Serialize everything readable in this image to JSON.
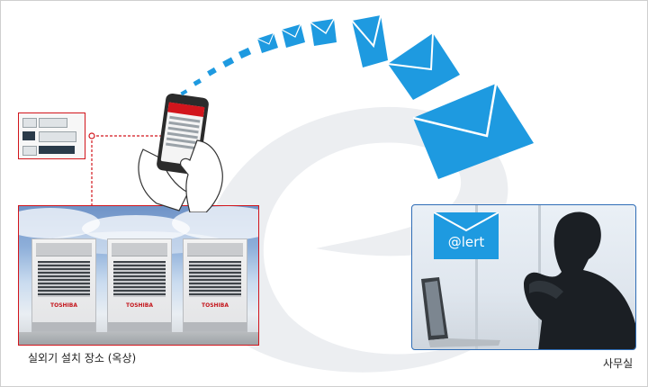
{
  "rooftop": {
    "caption": "실외기 설치 장소 (옥상)",
    "unit_brand": "TOSHIBA"
  },
  "office": {
    "caption": "사무실",
    "alert_label": "@lert"
  },
  "colors": {
    "envelope_blue": "#1e9ae0",
    "frame_red": "#d2151c",
    "frame_blue": "#2f6db6"
  },
  "icons": [
    "envelope-icon",
    "smartphone-icon",
    "hand-icon",
    "controller-panel"
  ]
}
